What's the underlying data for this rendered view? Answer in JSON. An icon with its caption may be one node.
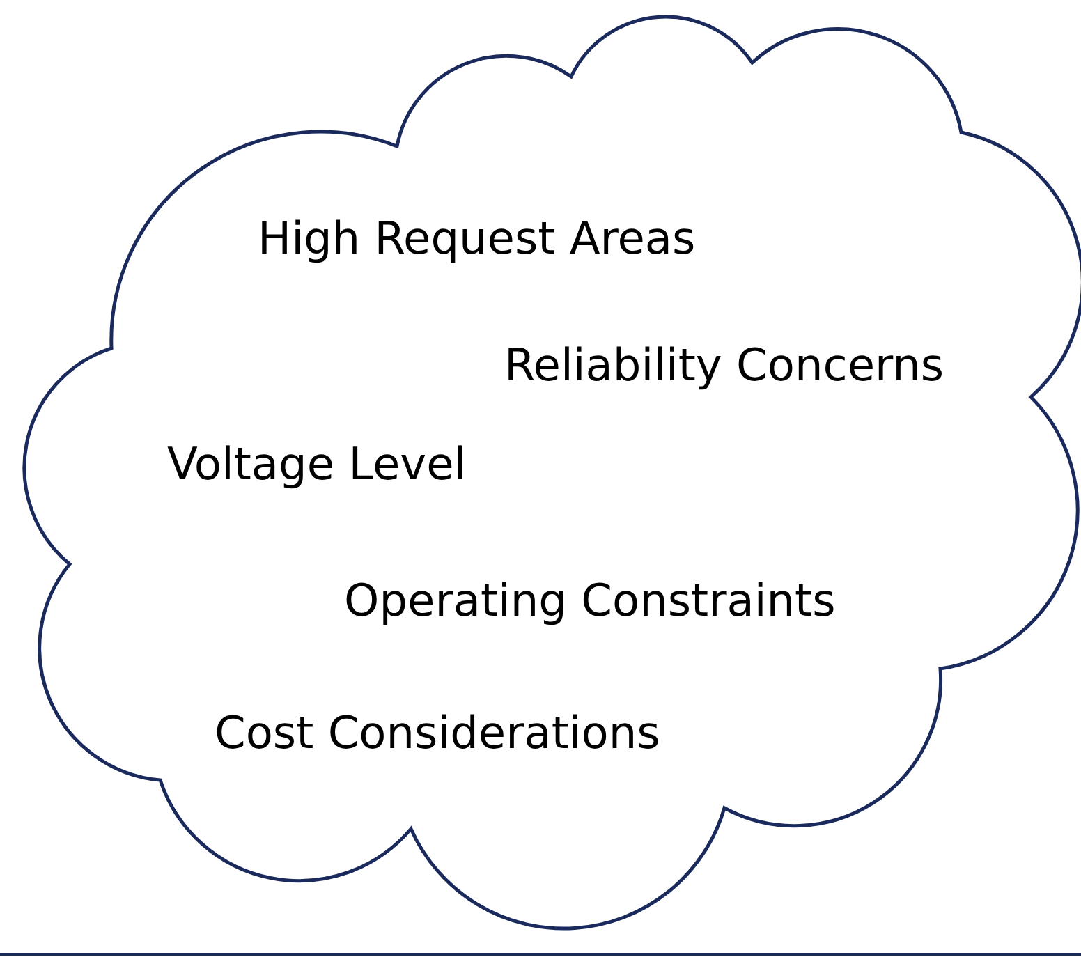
{
  "diagram": {
    "nodes": [
      {
        "text": [
          "High Request Areas",
          "Reliability Concerns",
          "Voltage Level",
          "Operating Constraints",
          "Cost Considerations"
        ]
      }
    ]
  }
}
